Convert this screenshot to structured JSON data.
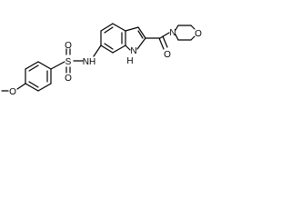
{
  "molecule": {
    "atoms": {
      "o_methoxy": "O",
      "s_sulfonyl": "S",
      "o_sulfonyl_1": "O",
      "o_sulfonyl_2": "O",
      "n_sulfonamide": "NH",
      "n_indole": "N",
      "h_indole": "H",
      "o_carbonyl": "O",
      "n_morpholine": "N",
      "o_morpholine": "O"
    }
  }
}
